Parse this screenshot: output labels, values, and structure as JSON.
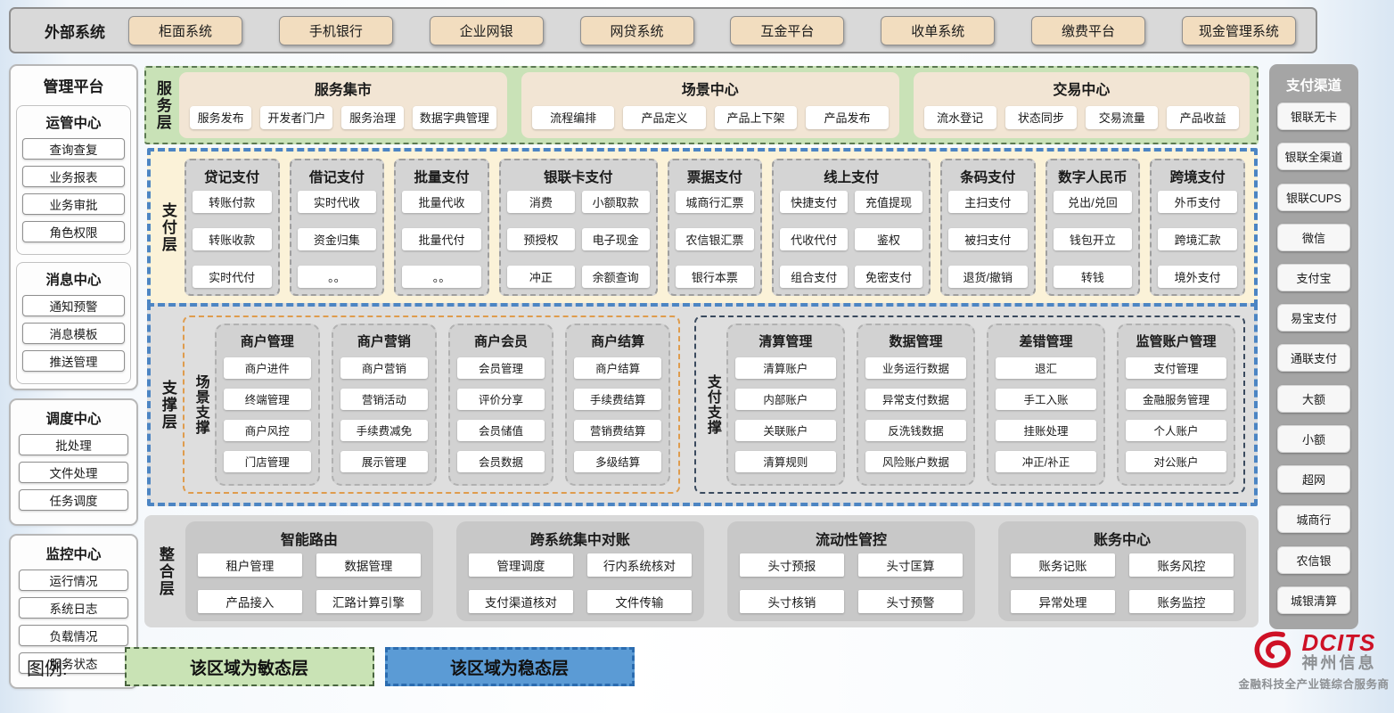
{
  "external_systems": {
    "label": "外部系统",
    "items": [
      "柜面系统",
      "手机银行",
      "企业网银",
      "网贷系统",
      "互金平台",
      "收单系统",
      "缴费平台",
      "现金管理系统"
    ]
  },
  "management_platform": {
    "title": "管理平台",
    "groups": [
      {
        "title": "运管中心",
        "items": [
          "查询查复",
          "业务报表",
          "业务审批",
          "角色权限"
        ]
      },
      {
        "title": "消息中心",
        "items": [
          "通知预警",
          "消息模板",
          "推送管理"
        ]
      },
      {
        "title": "调度中心",
        "items": [
          "批处理",
          "文件处理",
          "任务调度"
        ]
      },
      {
        "title": "监控中心",
        "items": [
          "运行情况",
          "系统日志",
          "负载情况",
          "服务状态"
        ]
      }
    ]
  },
  "service_layer": {
    "label": "服务层",
    "panels": [
      {
        "title": "服务集市",
        "items": [
          "服务发布",
          "开发者门户",
          "服务治理",
          "数据字典管理"
        ]
      },
      {
        "title": "场景中心",
        "items": [
          "流程编排",
          "产品定义",
          "产品上下架",
          "产品发布"
        ]
      },
      {
        "title": "交易中心",
        "items": [
          "流水登记",
          "状态同步",
          "交易流量",
          "产品收益"
        ]
      }
    ]
  },
  "payment_layer": {
    "label": "支付层",
    "columns": [
      {
        "title": "贷记支付",
        "cols": 1,
        "items": [
          "转账付款",
          "转账收款",
          "实时代付"
        ]
      },
      {
        "title": "借记支付",
        "cols": 1,
        "items": [
          "实时代收",
          "资金归集",
          "。。"
        ]
      },
      {
        "title": "批量支付",
        "cols": 1,
        "items": [
          "批量代收",
          "批量代付",
          "。。"
        ]
      },
      {
        "title": "银联卡支付",
        "cols": 2,
        "items": [
          "消费",
          "小额取款",
          "预授权",
          "电子现金",
          "冲正",
          "余额查询"
        ]
      },
      {
        "title": "票据支付",
        "cols": 1,
        "items": [
          "城商行汇票",
          "农信银汇票",
          "银行本票"
        ]
      },
      {
        "title": "线上支付",
        "cols": 2,
        "items": [
          "快捷支付",
          "充值提现",
          "代收代付",
          "鉴权",
          "组合支付",
          "免密支付"
        ]
      },
      {
        "title": "条码支付",
        "cols": 1,
        "items": [
          "主扫支付",
          "被扫支付",
          "退货/撤销"
        ]
      },
      {
        "title": "数字人民币",
        "cols": 1,
        "items": [
          "兑出/兑回",
          "钱包开立",
          "转钱"
        ]
      },
      {
        "title": "跨境支付",
        "cols": 1,
        "items": [
          "外币支付",
          "跨境汇款",
          "境外支付"
        ]
      }
    ]
  },
  "support_layer": {
    "label": "支撑层",
    "groups": [
      {
        "label": "场景支撑",
        "accent": "orange",
        "columns": [
          {
            "title": "商户管理",
            "items": [
              "商户进件",
              "终端管理",
              "商户风控",
              "门店管理"
            ]
          },
          {
            "title": "商户营销",
            "items": [
              "商户营销",
              "营销活动",
              "手续费减免",
              "展示管理"
            ]
          },
          {
            "title": "商户会员",
            "items": [
              "会员管理",
              "评价分享",
              "会员储值",
              "会员数据"
            ]
          },
          {
            "title": "商户结算",
            "items": [
              "商户结算",
              "手续费结算",
              "营销费结算",
              "多级结算"
            ]
          }
        ]
      },
      {
        "label": "支付支撑",
        "accent": "navy",
        "columns": [
          {
            "title": "清算管理",
            "items": [
              "清算账户",
              "内部账户",
              "关联账户",
              "清算规则"
            ]
          },
          {
            "title": "数据管理",
            "items": [
              "业务运行数据",
              "异常支付数据",
              "反洗钱数据",
              "风险账户数据"
            ]
          },
          {
            "title": "差错管理",
            "items": [
              "退汇",
              "手工入账",
              "挂账处理",
              "冲正/补正"
            ]
          },
          {
            "title": "监管账户管理",
            "items": [
              "支付管理",
              "金融服务管理",
              "个人账户",
              "对公账户"
            ]
          }
        ]
      }
    ]
  },
  "integration_layer": {
    "label": "整合层",
    "panels": [
      {
        "title": "智能路由",
        "items": [
          "租户管理",
          "数据管理",
          "产品接入",
          "汇路计算引擎"
        ]
      },
      {
        "title": "跨系统集中对账",
        "items": [
          "管理调度",
          "行内系统核对",
          "支付渠道核对",
          "文件传输"
        ]
      },
      {
        "title": "流动性管控",
        "items": [
          "头寸预报",
          "头寸匡算",
          "头寸核销",
          "头寸预警"
        ]
      },
      {
        "title": "账务中心",
        "items": [
          "账务记账",
          "账务风控",
          "异常处理",
          "账务监控"
        ]
      }
    ]
  },
  "payment_channels": {
    "title": "支付渠道",
    "items": [
      "银联无卡",
      "银联全渠道",
      "银联CUPS",
      "微信",
      "支付宝",
      "易宝支付",
      "通联支付",
      "大额",
      "小额",
      "超网",
      "城商行",
      "农信银",
      "城银清算"
    ]
  },
  "legend": {
    "label": "图例:",
    "agile": "该区域为敏态层",
    "stable": "该区域为稳态层"
  },
  "logo": {
    "brand": "DCITS",
    "name": "神州信息",
    "tagline": "金融科技全产业链综合服务商"
  },
  "colors": {
    "agile_green": "#c9e2b7",
    "stable_blue_border": "#4c85c3",
    "legend_blue": "#5b9bd5",
    "payment_cream": "#fbf2d8",
    "panel_tan": "#f2e5d4",
    "topbar_gray": "#d9d9d9",
    "channel_gray": "#a5a5a5",
    "scene_accent_orange": "#df9c4d",
    "payment_accent_navy": "#3a4a5e",
    "brand_red": "#ce1126"
  }
}
